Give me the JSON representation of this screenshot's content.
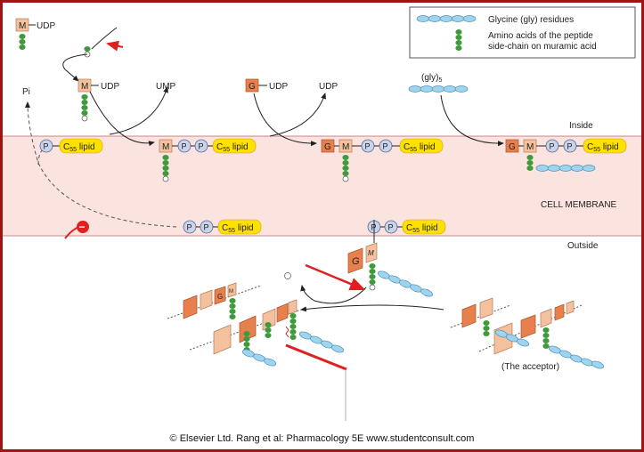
{
  "legend": {
    "glycine": "Glycine (gly) residues",
    "amino_line1": "Amino acids of the peptide",
    "amino_line2": "side-chain on muramic acid"
  },
  "labels": {
    "inside": "Inside",
    "outside": "Outside",
    "membrane": "CELL MEMBRANE",
    "acceptor": "(The acceptor)",
    "pi": "Pi",
    "udp": "UDP",
    "ump": "UMP",
    "gly5": "(gly)",
    "gly5_sub": "5",
    "m": "M",
    "g": "G",
    "p": "P",
    "c": "C",
    "c_sub": "55",
    "lipid": "lipid",
    "minus": "−"
  },
  "copyright": "© Elsevier Ltd. Rang et al: Pharmacology 5E www.studentconsult.com",
  "colors": {
    "frame": "#9b1515",
    "membrane": "#fbe3e0",
    "lipid": "#ffe100",
    "phosphate": "#c9d4ea",
    "muramic": "#f3c19e",
    "glycine_box": "#e8804d",
    "amino": "#3f9a3c",
    "glycine_chain": "#9fd4ee",
    "inhibitor": "#e02020"
  }
}
